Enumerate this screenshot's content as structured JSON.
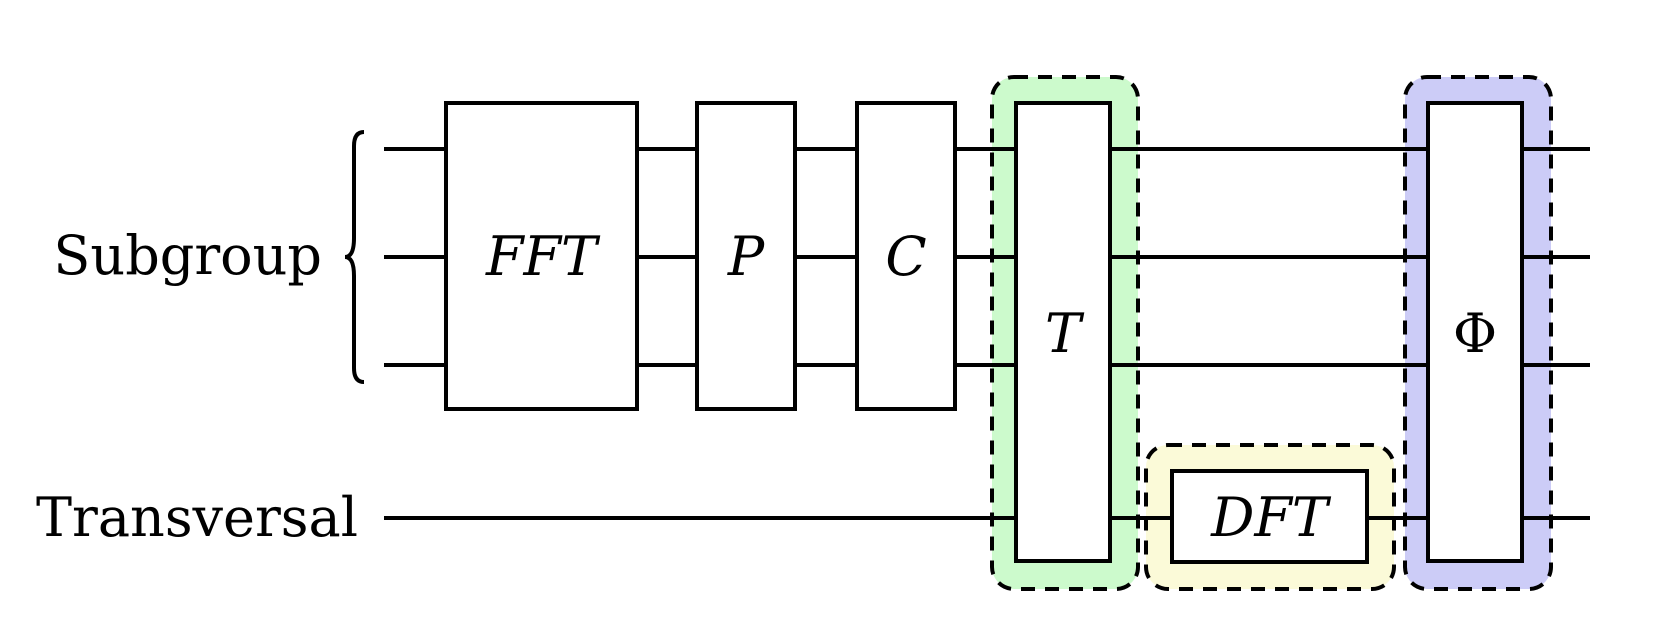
{
  "labels": {
    "subgroup": "Subgroup",
    "transversal": "Transversal"
  },
  "gates": {
    "fft": "FFT",
    "p": "P",
    "c": "C",
    "t": "T",
    "dft": "DFT",
    "phi": "Φ"
  },
  "colors": {
    "t_region": "#ccfacc",
    "dft_region": "#fbfad8",
    "phi_region": "#ccccf7"
  }
}
